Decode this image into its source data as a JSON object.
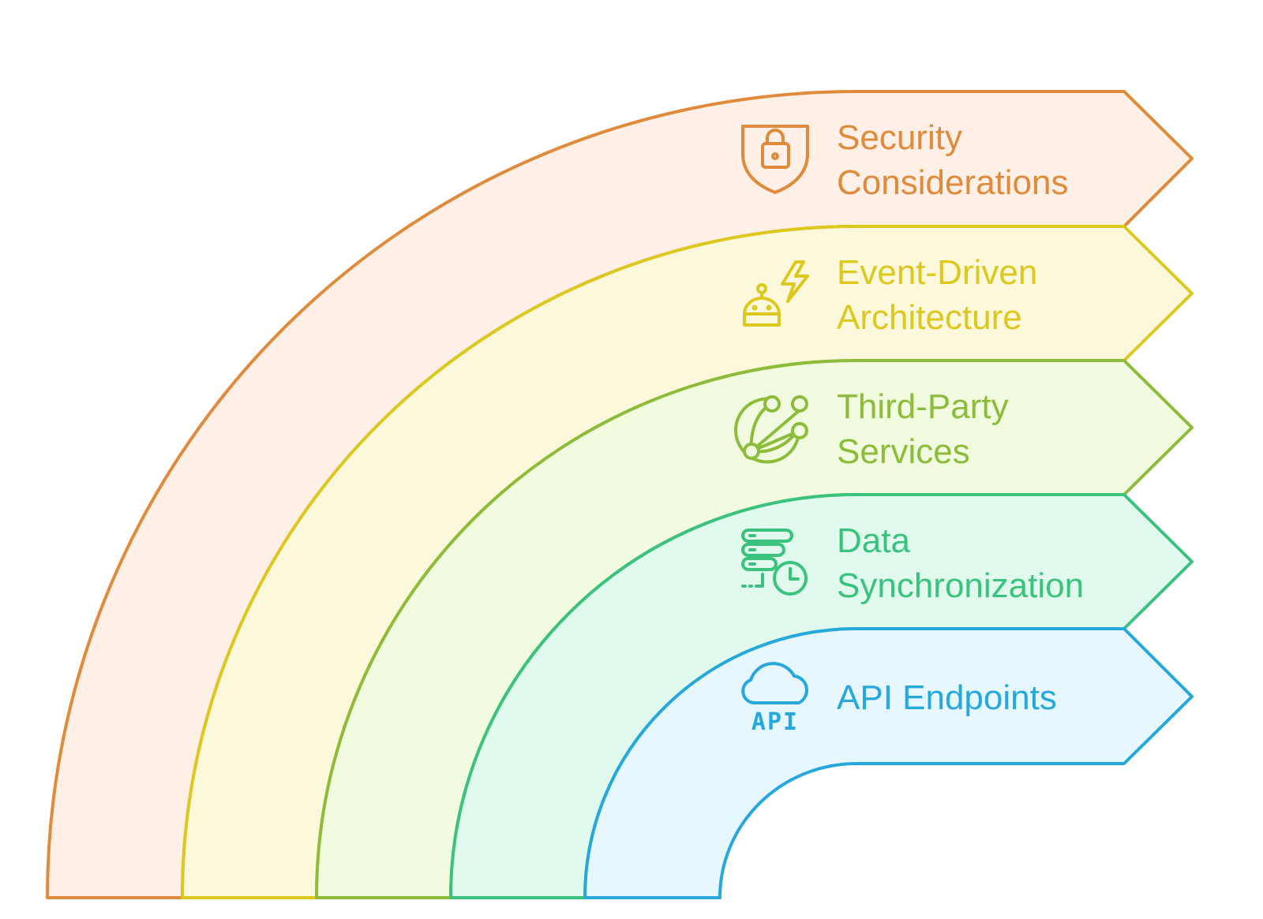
{
  "layers": [
    {
      "id": "security",
      "lines": [
        "Security",
        "Considerations"
      ],
      "icon": "shield-lock-icon",
      "stroke": "#E08A3C",
      "fill": "#FEF0E6"
    },
    {
      "id": "event-driven",
      "lines": [
        "Event-Driven",
        "Architecture"
      ],
      "icon": "robot-lightning-icon",
      "stroke": "#DCC81E",
      "fill": "#FCF8DC"
    },
    {
      "id": "third-party",
      "lines": [
        "Third-Party",
        "Services"
      ],
      "icon": "network-globe-icon",
      "stroke": "#8DBB3A",
      "fill": "#F0FBDF"
    },
    {
      "id": "data-sync",
      "lines": [
        "Data",
        "Synchronization"
      ],
      "icon": "database-clock-icon",
      "stroke": "#3BC27D",
      "fill": "#E1FAEE"
    },
    {
      "id": "api",
      "lines": [
        "API Endpoints"
      ],
      "icon": "cloud-api-icon",
      "icon_text": "API",
      "stroke": "#27A8DC",
      "fill": "#E6F7FD"
    }
  ]
}
